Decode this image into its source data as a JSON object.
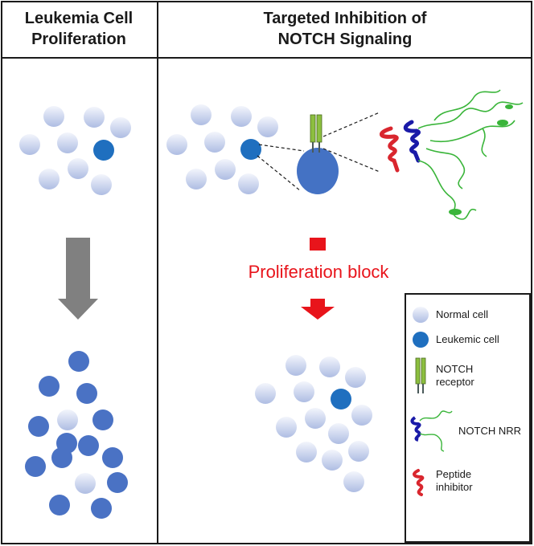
{
  "headers": {
    "left": [
      "Leukemia Cell",
      "Proliferation"
    ],
    "right": [
      "Targeted Inhibition of",
      "NOTCH Signaling"
    ]
  },
  "block_label": "Proliferation block",
  "legend": {
    "normal": "Normal cell",
    "leukemic": "Leukemic cell",
    "receptor": [
      "NOTCH",
      "receptor"
    ],
    "nrr": "NOTCH NRR",
    "peptide": [
      "Peptide",
      "inhibitor"
    ]
  },
  "colors": {
    "normal_cell_light": "#f2f4fb",
    "normal_cell_dark": "#aebde2",
    "leukemic_cell": "#1f6fbf",
    "proliferated_cell": "#4a72c4",
    "arrow_gray": "#808080",
    "block_red": "#e8141b",
    "receptor_green": "#8cbf3f",
    "nrr_blue": "#1a1aa8",
    "nrr_green": "#3ab53a",
    "peptide_red": "#d9262e"
  }
}
